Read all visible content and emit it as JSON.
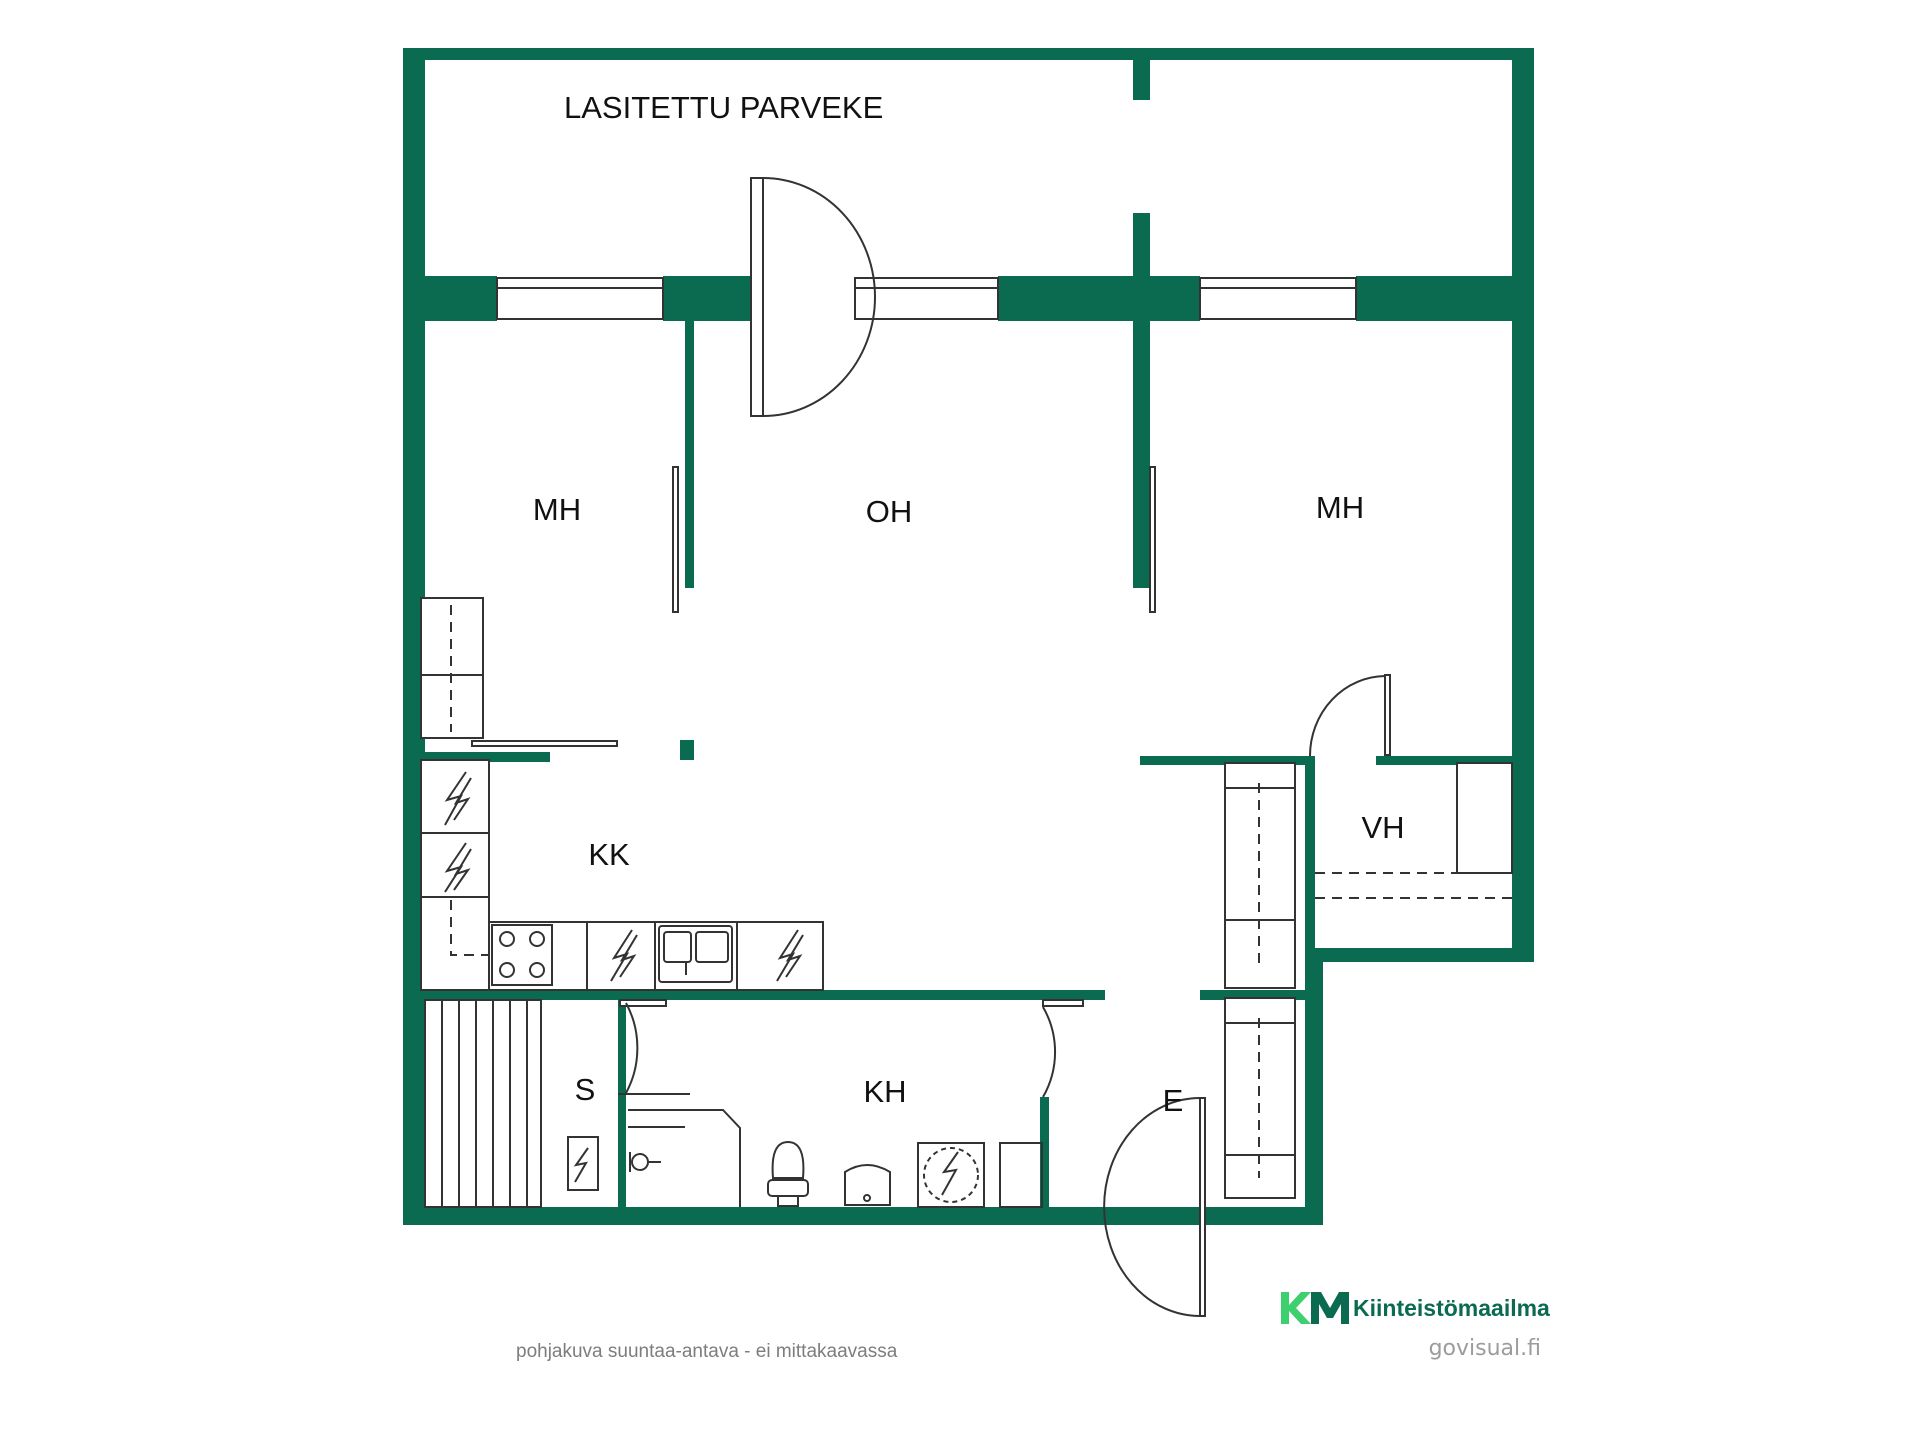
{
  "colors": {
    "wall": "#0b6b51",
    "line": "#333333",
    "brand": "#0b6b51",
    "brand_accent": "#3ecf6e",
    "footer_text": "#7d7d7d"
  },
  "rooms": {
    "balcony": "LASITETTU PARVEKE",
    "bedroom_left": "MH",
    "living_room": "OH",
    "bedroom_right": "MH",
    "kitchen": "KK",
    "wardrobe": "VH",
    "sauna": "S",
    "bathroom": "KH",
    "entrance": "E"
  },
  "footer": {
    "note": "pohjakuva suuntaa-antava - ei mittakaavassa"
  },
  "brand": {
    "logo_mark": "KM",
    "name": "Kiinteistömaailma",
    "site": "govisual.fi"
  },
  "icons": [
    "electric-appliance-icon",
    "stove-icon",
    "sink-icon",
    "toilet-icon",
    "washbasin-icon",
    "washing-machine-icon",
    "shower-icon",
    "sauna-heater-icon",
    "door-swing-icon"
  ]
}
